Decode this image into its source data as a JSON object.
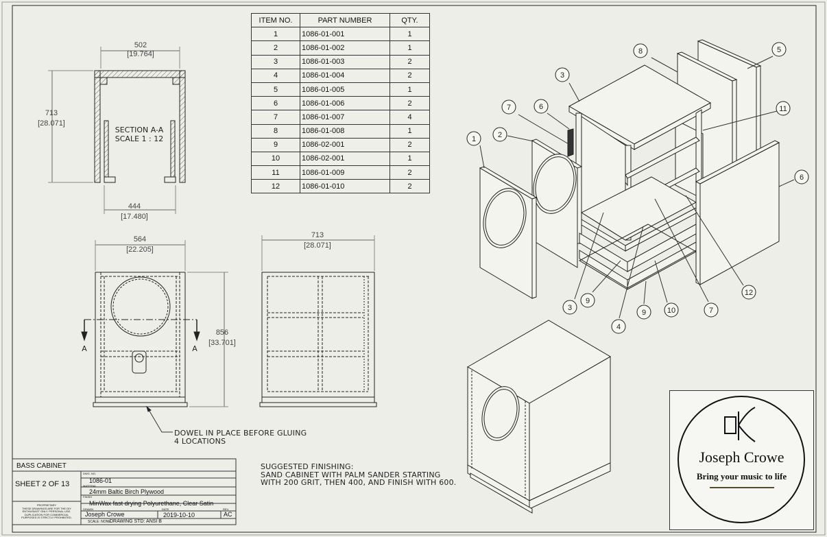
{
  "bom": {
    "headers": [
      "ITEM NO.",
      "PART NUMBER",
      "QTY."
    ],
    "rows": [
      {
        "item": "1",
        "part": "1086-01-001",
        "qty": "1"
      },
      {
        "item": "2",
        "part": "1086-01-002",
        "qty": "1"
      },
      {
        "item": "3",
        "part": "1086-01-003",
        "qty": "2"
      },
      {
        "item": "4",
        "part": "1086-01-004",
        "qty": "2"
      },
      {
        "item": "5",
        "part": "1086-01-005",
        "qty": "1"
      },
      {
        "item": "6",
        "part": "1086-01-006",
        "qty": "2"
      },
      {
        "item": "7",
        "part": "1086-01-007",
        "qty": "4"
      },
      {
        "item": "8",
        "part": "1086-01-008",
        "qty": "1"
      },
      {
        "item": "9",
        "part": "1086-02-001",
        "qty": "2"
      },
      {
        "item": "10",
        "part": "1086-02-001",
        "qty": "1"
      },
      {
        "item": "11",
        "part": "1086-01-009",
        "qty": "2"
      },
      {
        "item": "12",
        "part": "1086-01-010",
        "qty": "2"
      }
    ]
  },
  "section_view": {
    "label_1": "SECTION A-A",
    "label_2": "SCALE 1 : 12",
    "width_top": "502",
    "width_top_in": "[19.764]",
    "height": "713",
    "height_in": "[28.071]",
    "width_inner": "444",
    "width_inner_in": "[17.480]"
  },
  "front_view": {
    "width": "564",
    "width_in": "[22.205]",
    "height": "856",
    "height_in": "[33.701]",
    "section_marker": "A"
  },
  "side_view": {
    "width": "713",
    "width_in": "[28.071]"
  },
  "notes": {
    "dowel": "DOWEL IN PLACE BEFORE GLUING\n4 LOCATIONS",
    "finishing": "SUGGESTED FINISHING:\nSAND CABINET WITH PALM SANDER STARTING\nWITH 200 GRIT, THEN 400, AND FINISH WITH 600."
  },
  "balloons": [
    "1",
    "2",
    "3",
    "4",
    "5",
    "6",
    "7",
    "8",
    "9",
    "10",
    "11",
    "12"
  ],
  "title_block": {
    "title": "BASS CABINET",
    "sheet": "SHEET 2 OF 13",
    "dwg_no_label": "DWG. NO.",
    "dwg_no": "1086-01",
    "material_label": "MATERIAL",
    "material": "24mm Baltic Birch Plywood",
    "finish_label": "FINISH",
    "finish": "MinWax fast drying Polyurethane, Clear Satin",
    "drawn_label": "DRAWN",
    "drawn_by": "Joseph Crowe",
    "date_label": "DATE",
    "date": "2019-10-10",
    "rev_label": "REV.",
    "rev": "AC",
    "scale": "SCALE: NONE",
    "drawing_std": "DRAWING STD: ANSI B",
    "proprietary": "PROPRIETARY\nTHESE DRAWINGS ARE FOR THE DIY\nENTHUSIAST ONLY. PERSONAL USE.\nDUPLICATION FOR COMMERCIAL\nPURPOSES IS STRICTLY PROHIBITED."
  },
  "logo": {
    "name": "Joseph Crowe",
    "tagline": "Bring your music to life"
  }
}
